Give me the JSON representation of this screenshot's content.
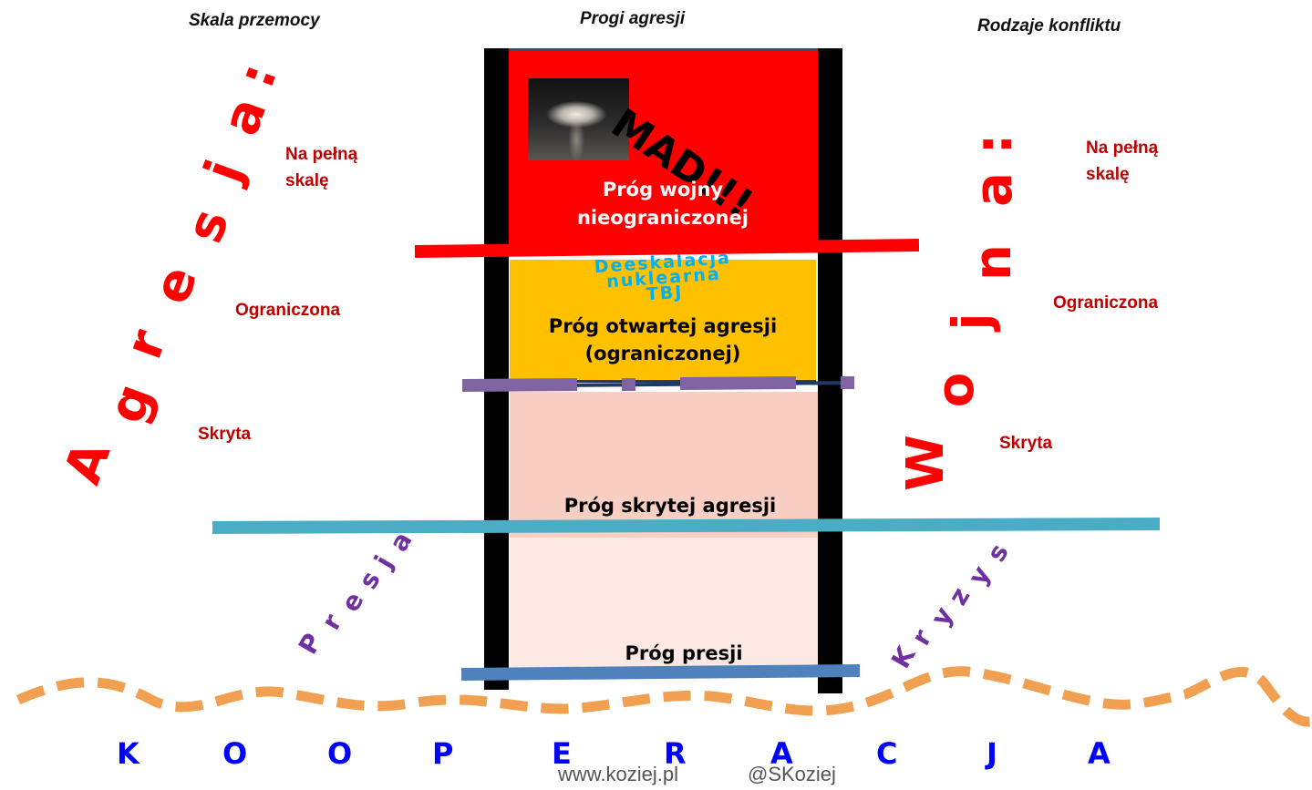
{
  "headers": {
    "left": "Skala przemocy",
    "center": "Progi agresji",
    "right": "Rodzaje konfliktu"
  },
  "left_axis": {
    "word": "Agresja:",
    "letters": [
      "A",
      "g",
      "r",
      "e",
      "s",
      "j",
      "a",
      ":"
    ],
    "levels": {
      "full_line1": "Na pełną",
      "full_line2": "skalę",
      "limited": "Ograniczona",
      "hidden": "Skryta"
    }
  },
  "right_axis": {
    "word": "Wojna:",
    "letters": [
      "W",
      "o",
      "j",
      "n",
      "a",
      ":"
    ],
    "levels": {
      "full_line1": "Na pełną",
      "full_line2": "skalę",
      "limited": "Ograniczona",
      "hidden": "Skryta"
    }
  },
  "thresholds": {
    "unlimited_war_line1": "Próg wojny",
    "unlimited_war_line2": "nieograniczonej",
    "open_aggression_line1": "Próg otwartej agresji",
    "open_aggression_line2": "(ograniczonej)",
    "hidden_aggression": "Próg skrytej agresji",
    "pressure": "Próg presji"
  },
  "mad_label": "MAD!!!",
  "nuclear_deescalation": {
    "line1": "Deeskalacja",
    "line2": "nuklearna",
    "line3": "TBJ"
  },
  "pressure_word": "Presja",
  "pressure_letters": [
    "P",
    "r",
    "e",
    "s",
    "j",
    "a"
  ],
  "crisis_word": "Kryzys",
  "crisis_letters": [
    "K",
    "r",
    "y",
    "z",
    "y",
    "s"
  ],
  "cooperation_letters": [
    "K",
    "O",
    "O",
    "P",
    "E",
    "R",
    "A",
    "C",
    "J",
    "A"
  ],
  "footer": {
    "site": "www.koziej.pl",
    "handle": "@SKoziej"
  },
  "colors": {
    "war_zone": "#ff0000",
    "limited_zone": "#ffc000",
    "hidden_zone": "#f8cfc2",
    "pressure_zone": "#fce9e4",
    "aggression_text": "#ff0000",
    "levels_text": "#c00000",
    "pressure_text": "#7030a0",
    "cooperation_text": "#0000ff",
    "wave": "#f0a050",
    "hidden_line": "#4bacc6",
    "pressure_line": "#4f81bd",
    "limited_line": "#8064a2"
  }
}
